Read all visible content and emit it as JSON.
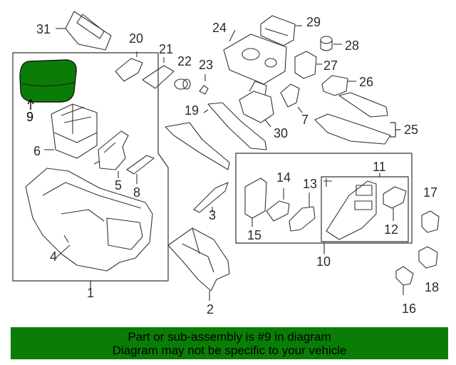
{
  "callouts": {
    "c1": "1",
    "c2": "2",
    "c3": "3",
    "c4": "4",
    "c5": "5",
    "c6": "6",
    "c7": "7",
    "c8": "8",
    "c9": "9",
    "c10": "10",
    "c11": "11",
    "c12": "12",
    "c13": "13",
    "c14": "14",
    "c15": "15",
    "c16": "16",
    "c17": "17",
    "c18": "18",
    "c19": "19",
    "c20": "20",
    "c21": "21",
    "c22": "22",
    "c23": "23",
    "c24": "24",
    "c25": "25",
    "c26": "26",
    "c27": "27",
    "c28": "28",
    "c29": "29",
    "c30": "30",
    "c31": "31"
  },
  "highlight": {
    "part": "9",
    "color": "#0a7d06"
  },
  "banner": {
    "line1": "Part or sub-assembly is #9 in diagram",
    "line2": "Diagram may not be specific to your vehicle",
    "color": "#0a7d06"
  }
}
